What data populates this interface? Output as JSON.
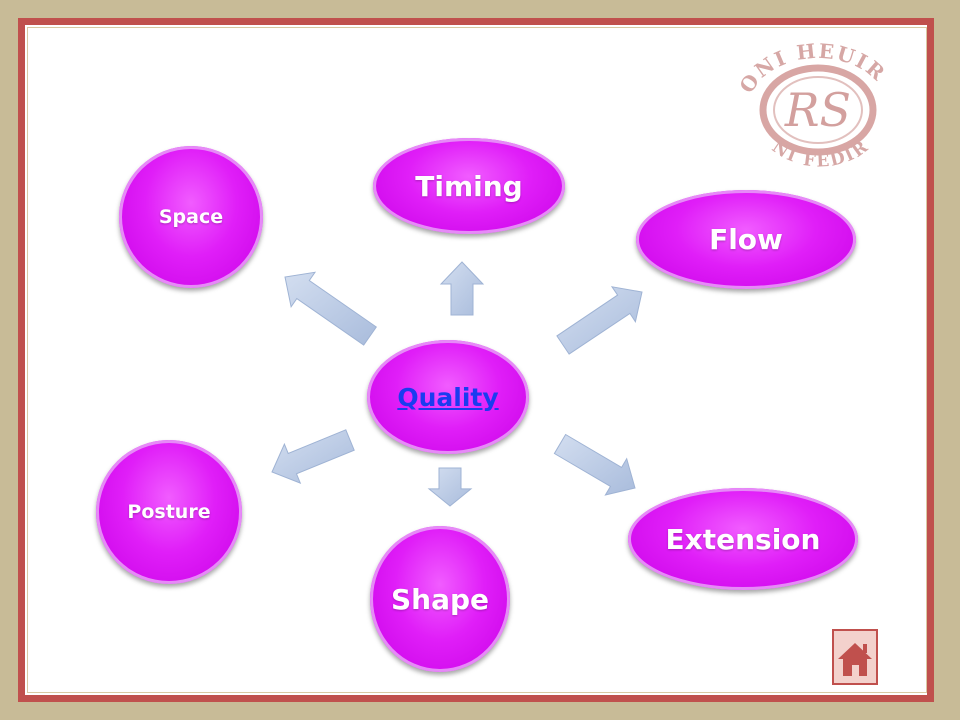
{
  "diagram": {
    "center": {
      "label": "Quality"
    },
    "nodes": [
      {
        "id": "space",
        "label": "Space"
      },
      {
        "id": "timing",
        "label": "Timing"
      },
      {
        "id": "flow",
        "label": "Flow"
      },
      {
        "id": "posture",
        "label": "Posture"
      },
      {
        "id": "shape",
        "label": "Shape"
      },
      {
        "id": "extension",
        "label": "Extension"
      }
    ]
  },
  "logo": {
    "top_text": "ONI HEUIR",
    "bottom_text": "NI FEDIR",
    "monogram": "RS"
  },
  "navigation": {
    "home_icon": "home-icon"
  },
  "colors": {
    "node_fill": "#e01ef8",
    "link_text": "#1a3cf0",
    "arrow_fill": "#b8c9e3",
    "frame": "#c0504d",
    "background": "#c8bb97"
  }
}
